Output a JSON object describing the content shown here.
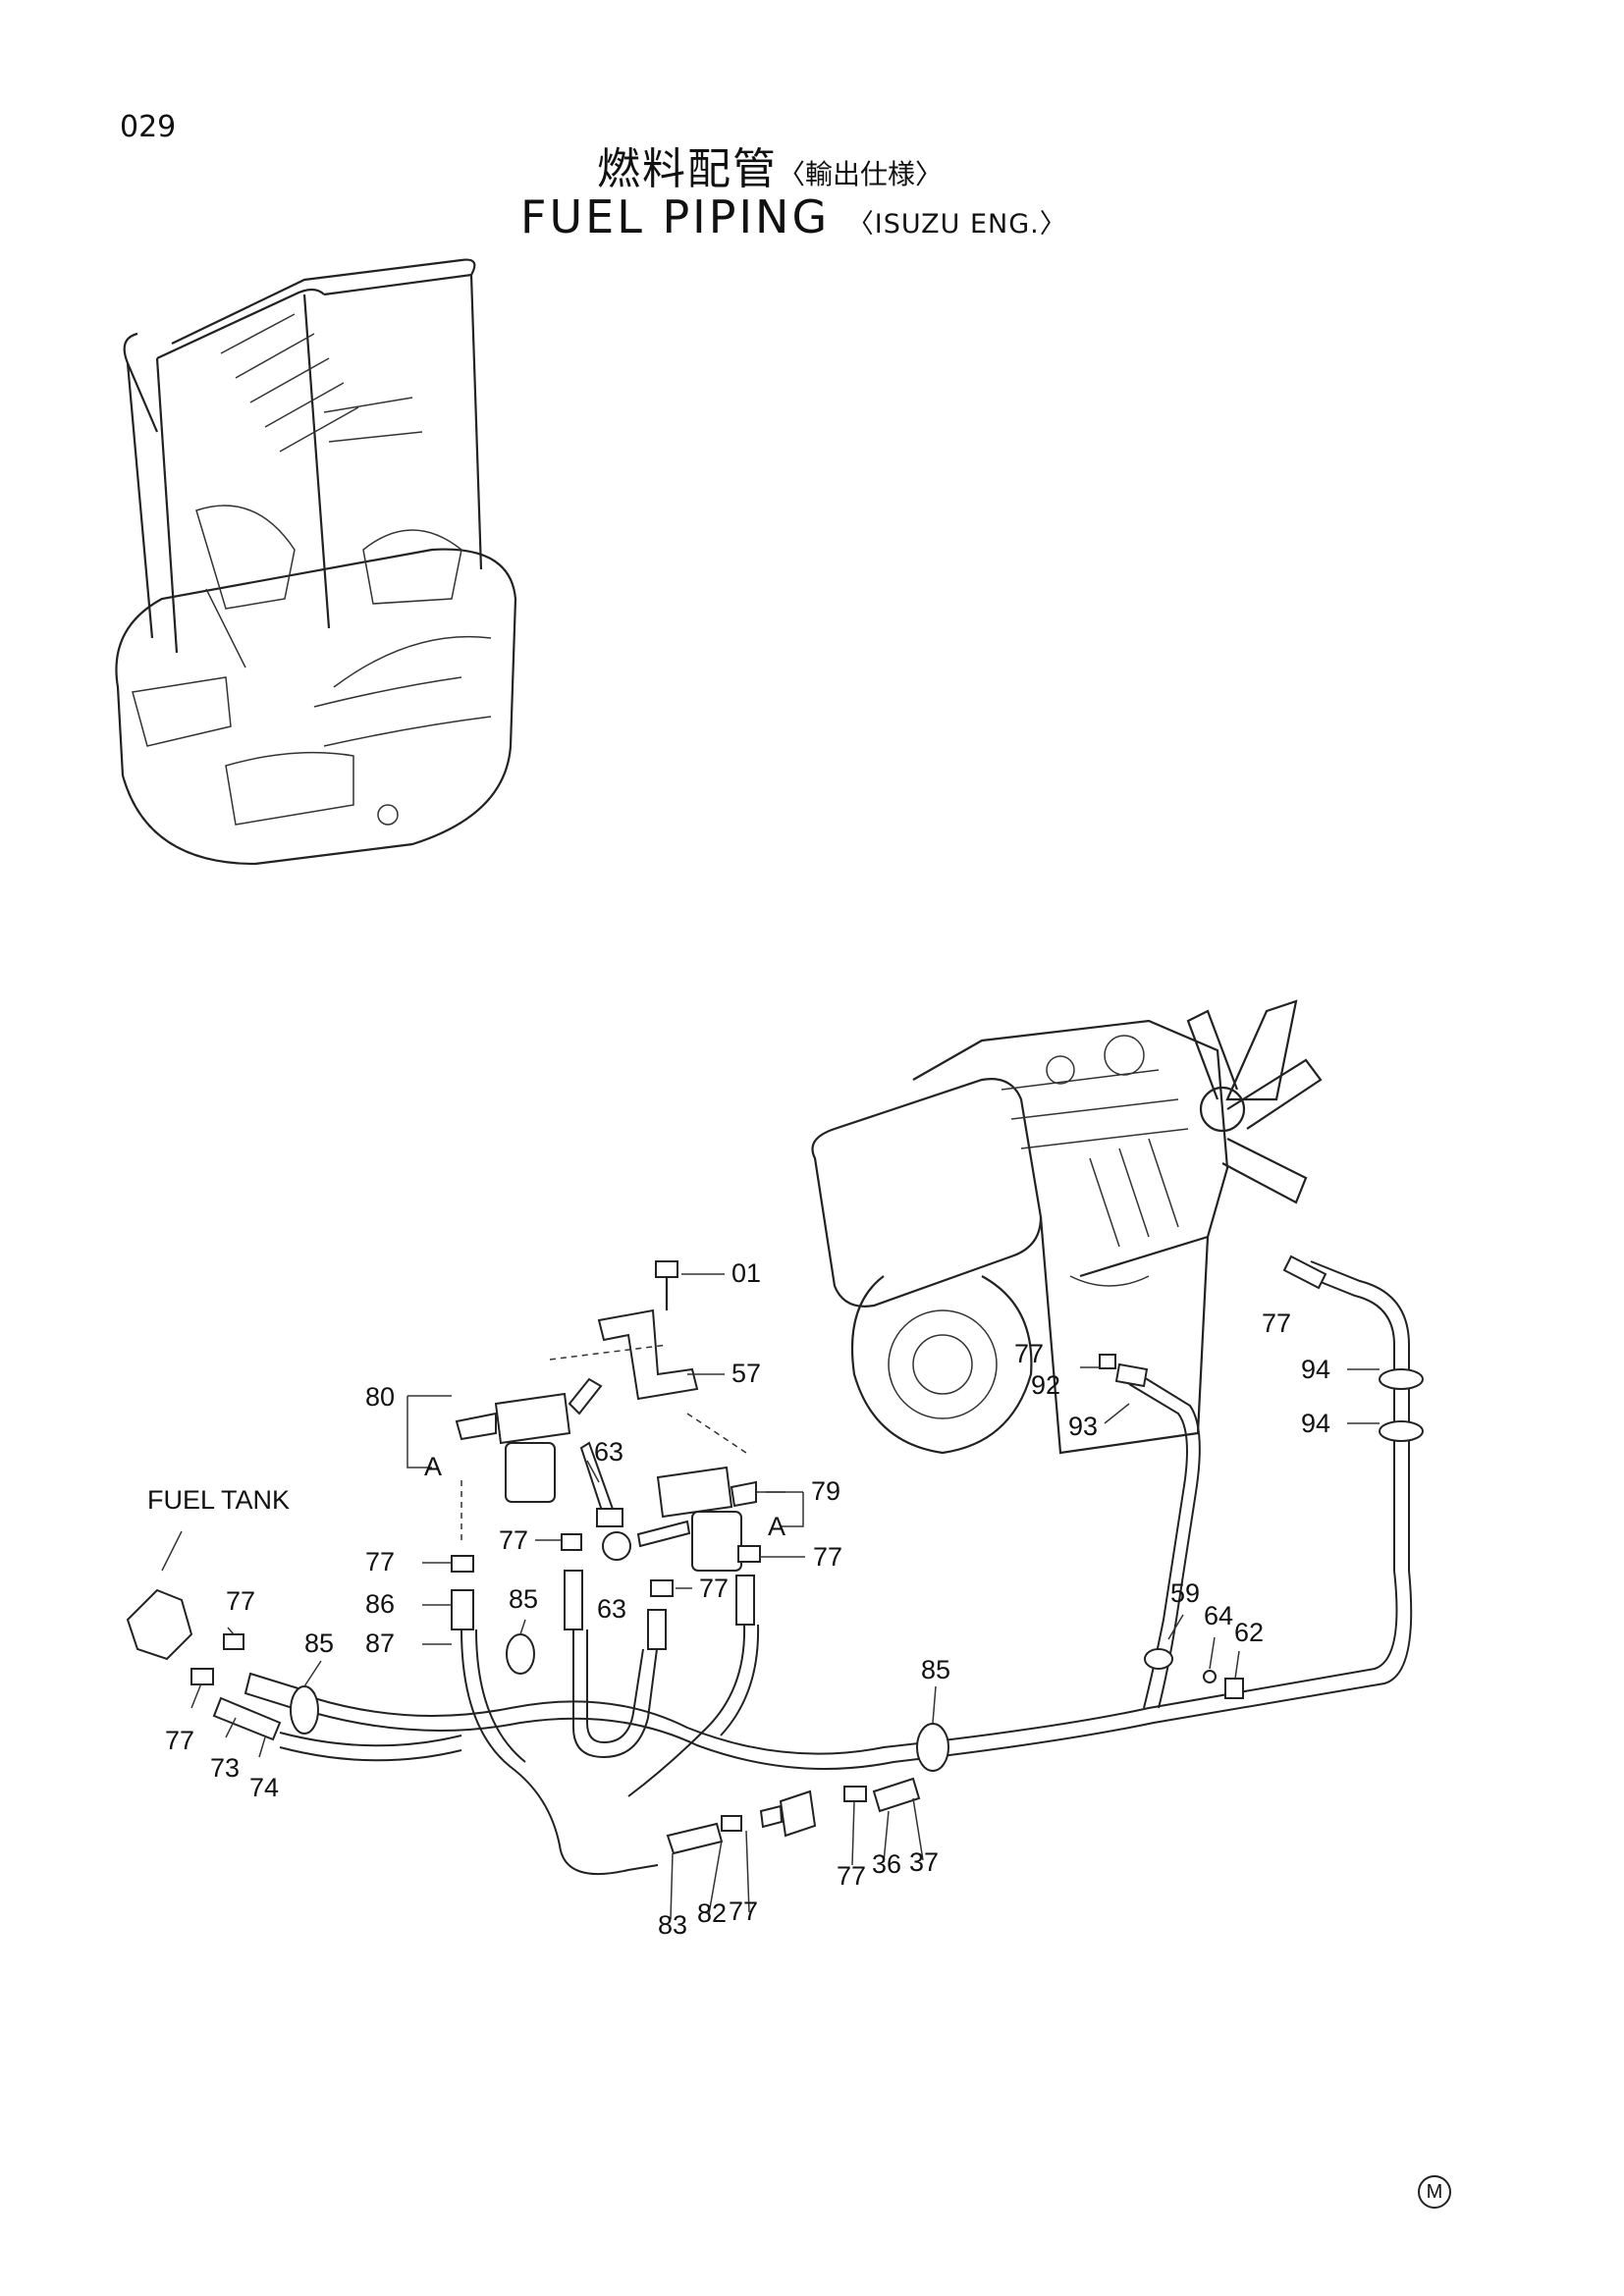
{
  "page_number": "029",
  "title_jp": "燃料配管",
  "title_jp_note": "〈輸出仕様〉",
  "title_en": "FUEL PIPING",
  "title_en_note": "〈ISUZU ENG.〉",
  "marker": "M",
  "fuel_tank_label": "FUEL TANK",
  "callouts": [
    {
      "id": "c01",
      "text": "01"
    },
    {
      "id": "c57",
      "text": "57"
    },
    {
      "id": "c80",
      "text": "80"
    },
    {
      "id": "cA1",
      "text": "A"
    },
    {
      "id": "c63a",
      "text": "63"
    },
    {
      "id": "c79",
      "text": "79"
    },
    {
      "id": "cA2",
      "text": "A"
    },
    {
      "id": "c77a",
      "text": "77"
    },
    {
      "id": "c77b",
      "text": "77"
    },
    {
      "id": "c77c",
      "text": "77"
    },
    {
      "id": "c63b",
      "text": "63"
    },
    {
      "id": "c77d",
      "text": "77"
    },
    {
      "id": "c86",
      "text": "86"
    },
    {
      "id": "c87",
      "text": "87"
    },
    {
      "id": "c85a",
      "text": "85"
    },
    {
      "id": "c85b",
      "text": "85"
    },
    {
      "id": "c77e",
      "text": "77"
    },
    {
      "id": "c77f",
      "text": "77"
    },
    {
      "id": "c73",
      "text": "73"
    },
    {
      "id": "c74",
      "text": "74"
    },
    {
      "id": "c77g",
      "text": "77"
    },
    {
      "id": "c92",
      "text": "92"
    },
    {
      "id": "c93",
      "text": "93"
    },
    {
      "id": "c77h",
      "text": "77"
    },
    {
      "id": "c94a",
      "text": "94"
    },
    {
      "id": "c94b",
      "text": "94"
    },
    {
      "id": "c59",
      "text": "59"
    },
    {
      "id": "c64",
      "text": "64"
    },
    {
      "id": "c62",
      "text": "62"
    },
    {
      "id": "c85c",
      "text": "85"
    },
    {
      "id": "c83",
      "text": "83"
    },
    {
      "id": "c82",
      "text": "82"
    },
    {
      "id": "c77i",
      "text": "77"
    },
    {
      "id": "c77j",
      "text": "77"
    },
    {
      "id": "c36",
      "text": "36"
    },
    {
      "id": "c37",
      "text": "37"
    }
  ]
}
